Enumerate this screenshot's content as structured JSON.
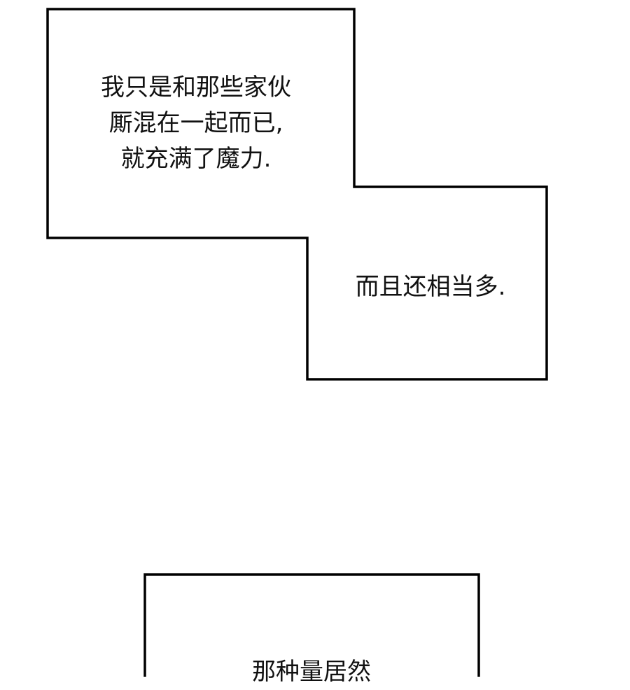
{
  "panel1": {
    "lines": [
      "我只是和那些家伙",
      "厮混在一起而已,",
      "就充满了魔力."
    ]
  },
  "panel2": {
    "text": "而且还相当多."
  },
  "panel3": {
    "text": "那种量居然"
  }
}
